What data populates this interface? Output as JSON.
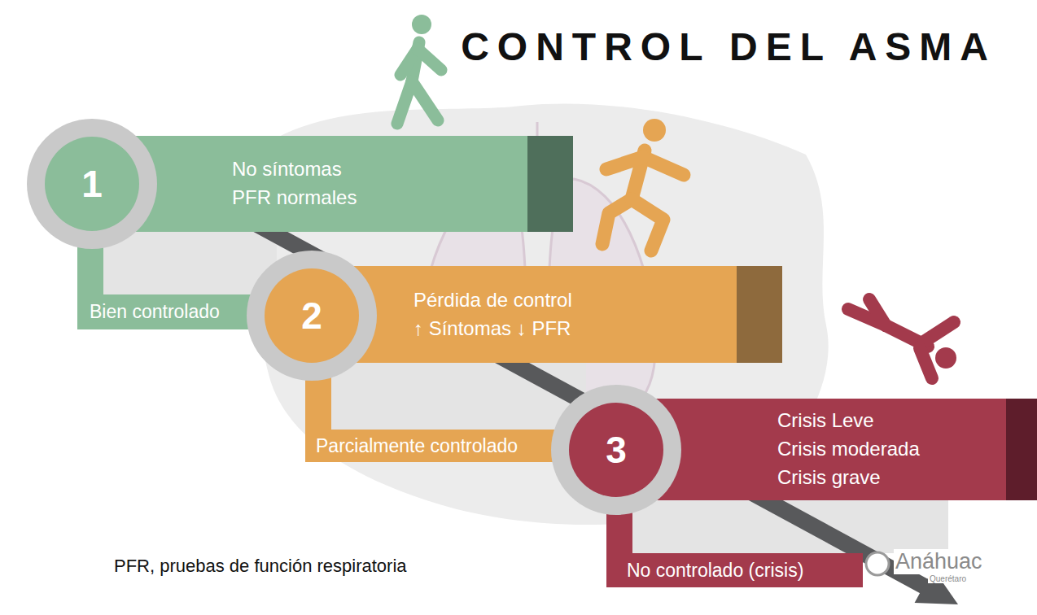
{
  "diagram": {
    "title": "CONTROL DEL ASMA",
    "nodes": [
      {
        "text": [
          "1"
        ]
      },
      {
        "text": [
          "No síntomas",
          "PFR normales"
        ]
      },
      {
        "text": [
          "Bien controlado"
        ]
      },
      {
        "text": [
          "2"
        ]
      },
      {
        "text": [
          "Pérdida de control",
          "↑ Síntomas ↓ PFR"
        ]
      },
      {
        "text": [
          "Parcialmente controlado"
        ]
      },
      {
        "text": [
          "3"
        ]
      },
      {
        "text": [
          "Crisis Leve",
          "Crisis moderada",
          "Crisis grave"
        ]
      },
      {
        "text": [
          "No controlado (crisis)"
        ]
      }
    ],
    "labels": [
      "PFR, pruebas de función respiratoria",
      "Anáhuac",
      "Querétaro"
    ]
  }
}
